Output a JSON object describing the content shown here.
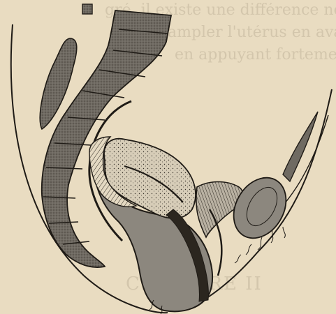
{
  "figure": {
    "background": "#e9dcc1",
    "ink": "#1f1b16",
    "tissue_dark": "#6f6a62",
    "tissue_mid": "#8c877e",
    "organ_fill": "#d7cdb8"
  },
  "bleed_text": {
    "line1": "gré, il existe une différence notable",
    "line2": "ampler l'utérus en avant, il faut",
    "line3": "en appuyant fortement sur la",
    "line4": "CHAPITRE II"
  }
}
